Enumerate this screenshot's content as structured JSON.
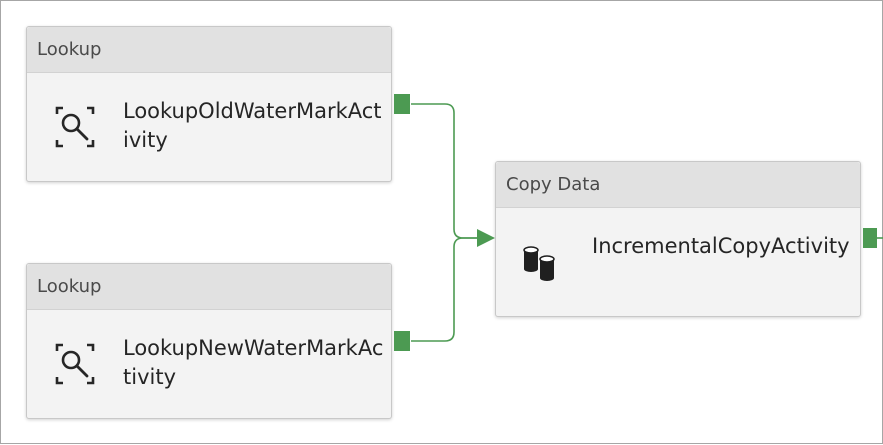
{
  "pipeline": {
    "activities": [
      {
        "type_label": "Lookup",
        "name": "LookupOldWaterMarkActivity",
        "icon": "lookup-icon"
      },
      {
        "type_label": "Lookup",
        "name": "LookupNewWaterMarkActivity",
        "icon": "lookup-icon"
      },
      {
        "type_label": "Copy Data",
        "name": "IncrementalCopyActivity",
        "icon": "copy-data-icon"
      }
    ],
    "connections": [
      {
        "from": "LookupOldWaterMarkActivity",
        "to": "IncrementalCopyActivity",
        "condition": "success"
      },
      {
        "from": "LookupNewWaterMarkActivity",
        "to": "IncrementalCopyActivity",
        "condition": "success"
      }
    ],
    "colors": {
      "success_port": "#4c9a52",
      "edge": "#4c9a52"
    }
  }
}
